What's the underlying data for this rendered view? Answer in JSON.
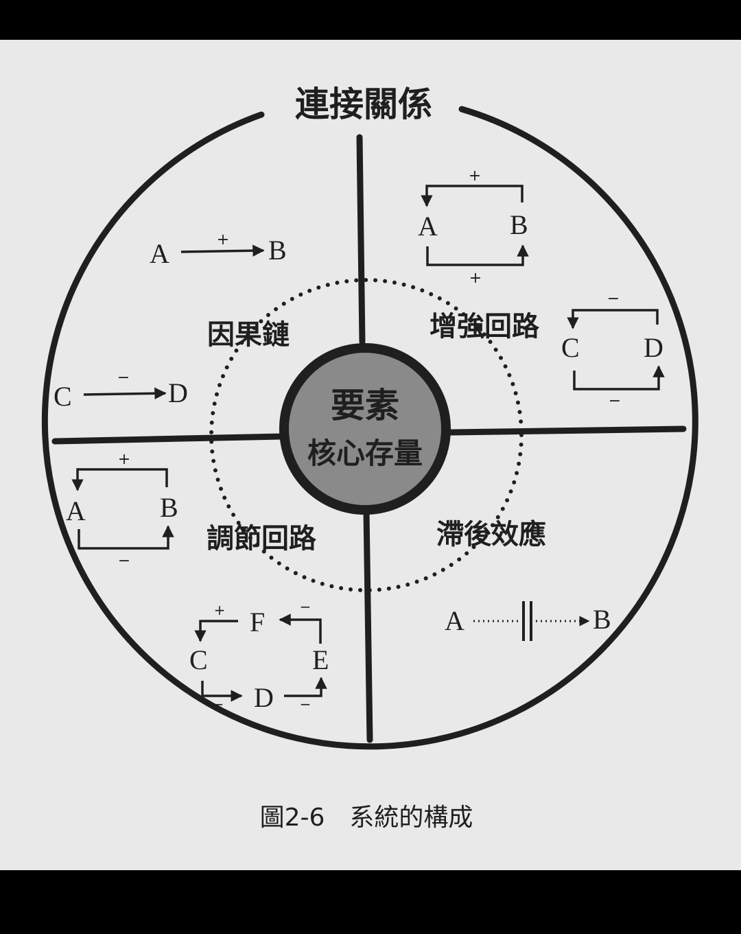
{
  "title": "連接關係",
  "center": {
    "line1": "要素",
    "line2": "核心存量"
  },
  "quadrants": {
    "causal_chain": "因果鏈",
    "reinforcing_loop": "增強回路",
    "balancing_loop": "調節回路",
    "delay_effect": "滯後效應"
  },
  "signs": {
    "plus": "+",
    "minus": "−"
  },
  "nodes": {
    "a": "A",
    "b": "B",
    "c": "C",
    "d": "D",
    "e": "E",
    "f": "F"
  },
  "caption": "圖2-6　系統的構成",
  "colors": {
    "page": "#e9e9ea",
    "ink": "#1f1f1f",
    "core_fill": "#8a8a8a"
  }
}
